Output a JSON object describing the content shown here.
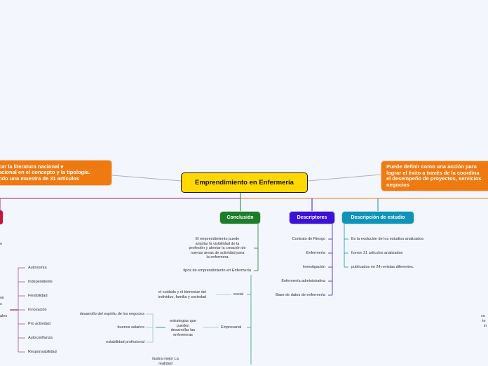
{
  "central": "Emprendimiento en Enfermería",
  "left_box": "car la literatura nacional e\nacional en el concepto y la tipología.\nndo una muestra de 31 artículos",
  "right_box": "Puede definir como una acción para\nlograr el éxito a través de la coordina\nel desempeño de proyectos, servicios\nnegocios",
  "conclusion": {
    "label": "Conclusión",
    "items": [
      "El emprendimiento puede\nampliar la visibilidad de la\nprofesión y alentar la creación de\nnuevas áreas de actividad para\nla enfermera",
      "tipos de emprendimiento en Enfermería"
    ],
    "social": "social",
    "social_desc": "el cuidado y el bienestar del\nindividuo, familia y sociedad",
    "empresarial": "Empresarial",
    "estrategias": "estrategias que\npueden\ndesarrollar las\nenfermeras",
    "estrategias_items": [
      "desarrollo del espíritu de los negocios",
      "buenos salarios",
      "estabilidad profesional"
    ],
    "ilustra": "ilustra mejor La\nrealidad"
  },
  "descriptores": {
    "label": "Descriptores",
    "items": [
      "Contrato de Riesgo",
      "Enfermería",
      "Investigación",
      "Enfermería administrativa",
      "Base de datos de enfermería"
    ]
  },
  "estudio": {
    "label": "Descripción de estudio",
    "items": [
      "Es la evolución de los estudios analizados",
      "fueron 31 artículos analizados",
      "publicados en 24 revistas diferentes."
    ]
  },
  "left_traits": [
    "Autonomía",
    "Independiente",
    "Flexibilidad",
    "Innovación",
    "Pro actividad",
    "Autoconfianza",
    "Responsabilidad"
  ],
  "left_fragments": [
    "o",
    "on",
    "s",
    "ales"
  ],
  "right_fragments": [
    "co",
    "te",
    "in"
  ]
}
